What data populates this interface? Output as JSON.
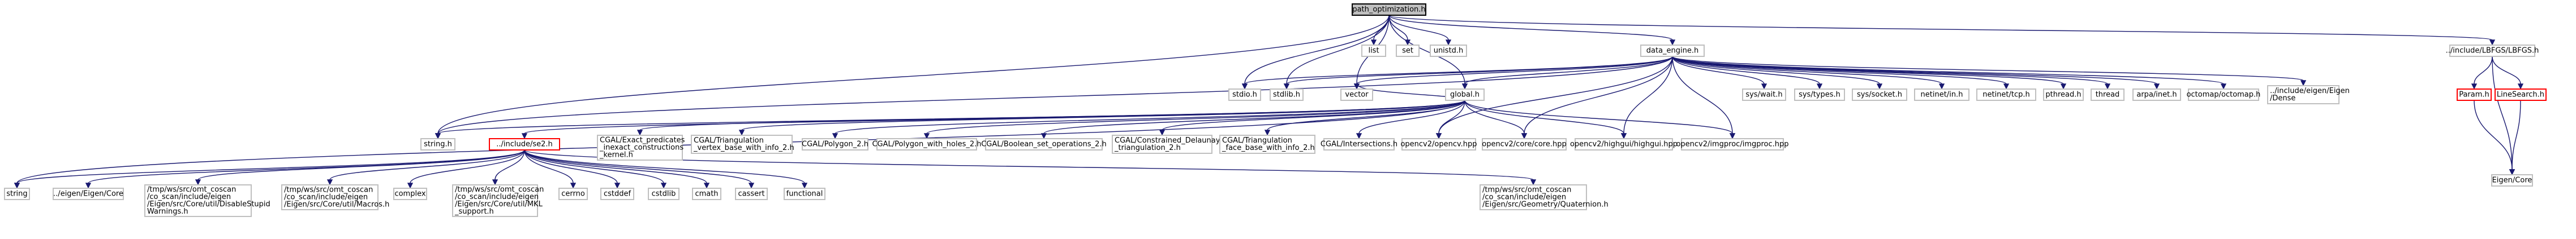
{
  "diagram": {
    "type": "include-dependency-graph",
    "colors": {
      "node_border": "#bfbfbf",
      "root_fill": "#bfbfbf",
      "root_border": "#000000",
      "link_border": "#ff0000",
      "edge": "#191970"
    },
    "nodes": [
      {
        "id": "path_opt",
        "lines": [
          "path_optimization.h"
        ],
        "style": "root"
      },
      {
        "id": "list",
        "lines": [
          "list"
        ]
      },
      {
        "id": "set",
        "lines": [
          "set"
        ]
      },
      {
        "id": "unistd",
        "lines": [
          "unistd.h"
        ]
      },
      {
        "id": "data_engine",
        "lines": [
          "data_engine.h"
        ]
      },
      {
        "id": "lbfgs",
        "lines": [
          "../include/LBFGS/LBFGS.h"
        ]
      },
      {
        "id": "stdio",
        "lines": [
          "stdio.h"
        ]
      },
      {
        "id": "stdlib",
        "lines": [
          "stdlib.h"
        ]
      },
      {
        "id": "vector",
        "lines": [
          "vector"
        ]
      },
      {
        "id": "global",
        "lines": [
          "global.h"
        ]
      },
      {
        "id": "syswait",
        "lines": [
          "sys/wait.h"
        ]
      },
      {
        "id": "systypes",
        "lines": [
          "sys/types.h"
        ]
      },
      {
        "id": "syssocket",
        "lines": [
          "sys/socket.h"
        ]
      },
      {
        "id": "netinetin",
        "lines": [
          "netinet/in.h"
        ]
      },
      {
        "id": "netinettcp",
        "lines": [
          "netinet/tcp.h"
        ]
      },
      {
        "id": "pthread",
        "lines": [
          "pthread.h"
        ]
      },
      {
        "id": "thread",
        "lines": [
          "thread"
        ]
      },
      {
        "id": "arpainet",
        "lines": [
          "arpa/inet.h"
        ]
      },
      {
        "id": "octomap",
        "lines": [
          "octomap/octomap.h"
        ]
      },
      {
        "id": "eigendense",
        "lines": [
          "../include/eigen/Eigen",
          "/Dense"
        ]
      },
      {
        "id": "param",
        "lines": [
          "Param.h"
        ],
        "style": "red"
      },
      {
        "id": "linesearch",
        "lines": [
          "LineSearch.h"
        ],
        "style": "red"
      },
      {
        "id": "stringh",
        "lines": [
          "string.h"
        ]
      },
      {
        "id": "se2",
        "lines": [
          "../include/se2.h"
        ],
        "style": "red"
      },
      {
        "id": "cgal_exact",
        "lines": [
          "CGAL/Exact_predicates",
          "_inexact_constructions",
          "_kernel.h"
        ]
      },
      {
        "id": "cgal_tri_vb",
        "lines": [
          "CGAL/Triangulation",
          "_vertex_base_with_info_2.h"
        ]
      },
      {
        "id": "cgal_poly",
        "lines": [
          "CGAL/Polygon_2.h"
        ]
      },
      {
        "id": "cgal_pwh",
        "lines": [
          "CGAL/Polygon_with_holes_2.h"
        ]
      },
      {
        "id": "cgal_bool",
        "lines": [
          "CGAL/Boolean_set_operations_2.h"
        ]
      },
      {
        "id": "cgal_cdt",
        "lines": [
          "CGAL/Constrained_Delaunay",
          "_triangulation_2.h"
        ]
      },
      {
        "id": "cgal_tri_fb",
        "lines": [
          "CGAL/Triangulation",
          "_face_base_with_info_2.h"
        ]
      },
      {
        "id": "cgal_inter",
        "lines": [
          "CGAL/Intersections.h"
        ]
      },
      {
        "id": "opencv",
        "lines": [
          "opencv2/opencv.hpp"
        ]
      },
      {
        "id": "cvcore",
        "lines": [
          "opencv2/core/core.hpp"
        ]
      },
      {
        "id": "cvhighgui",
        "lines": [
          "opencv2/highgui/highgui.hpp"
        ]
      },
      {
        "id": "cvimgproc",
        "lines": [
          "opencv2/imgproc/imgproc.hpp"
        ]
      },
      {
        "id": "eigencore",
        "lines": [
          "Eigen/Core"
        ]
      },
      {
        "id": "string",
        "lines": [
          "string"
        ]
      },
      {
        "id": "eigen_core2",
        "lines": [
          "../eigen/Eigen/Core"
        ]
      },
      {
        "id": "disablewarn",
        "lines": [
          "/tmp/ws/src/omt_coscan",
          "/co_scan/include/eigen",
          "/Eigen/src/Core/util/DisableStupid",
          "Warnings.h"
        ]
      },
      {
        "id": "macros",
        "lines": [
          "/tmp/ws/src/omt_coscan",
          "/co_scan/include/eigen",
          "/Eigen/src/Core/util/Macros.h"
        ]
      },
      {
        "id": "complex",
        "lines": [
          "complex"
        ]
      },
      {
        "id": "mkl",
        "lines": [
          "/tmp/ws/src/omt_coscan",
          "/co_scan/include/eigen",
          "/Eigen/src/Core/util/MKL",
          "_support.h"
        ]
      },
      {
        "id": "cerrno",
        "lines": [
          "cerrno"
        ]
      },
      {
        "id": "cstddef",
        "lines": [
          "cstddef"
        ]
      },
      {
        "id": "cstdlib",
        "lines": [
          "cstdlib"
        ]
      },
      {
        "id": "cmath",
        "lines": [
          "cmath"
        ]
      },
      {
        "id": "cassert",
        "lines": [
          "cassert"
        ]
      },
      {
        "id": "functional",
        "lines": [
          "functional"
        ]
      },
      {
        "id": "quaternion",
        "lines": [
          "/tmp/ws/src/omt_coscan",
          "/co_scan/include/eigen",
          "/Eigen/src/Geometry/Quaternion.h"
        ]
      }
    ],
    "edges": [
      [
        "path_opt",
        "list"
      ],
      [
        "path_opt",
        "set"
      ],
      [
        "path_opt",
        "unistd"
      ],
      [
        "path_opt",
        "data_engine"
      ],
      [
        "path_opt",
        "lbfgs"
      ],
      [
        "path_opt",
        "stdio"
      ],
      [
        "path_opt",
        "stdlib"
      ],
      [
        "path_opt",
        "vector"
      ],
      [
        "path_opt",
        "global"
      ],
      [
        "path_opt",
        "stringh"
      ],
      [
        "data_engine",
        "stdio"
      ],
      [
        "data_engine",
        "stdlib"
      ],
      [
        "data_engine",
        "vector"
      ],
      [
        "data_engine",
        "global"
      ],
      [
        "data_engine",
        "stringh"
      ],
      [
        "data_engine",
        "syswait"
      ],
      [
        "data_engine",
        "systypes"
      ],
      [
        "data_engine",
        "syssocket"
      ],
      [
        "data_engine",
        "netinetin"
      ],
      [
        "data_engine",
        "netinettcp"
      ],
      [
        "data_engine",
        "pthread"
      ],
      [
        "data_engine",
        "thread"
      ],
      [
        "data_engine",
        "arpainet"
      ],
      [
        "data_engine",
        "octomap"
      ],
      [
        "data_engine",
        "eigendense"
      ],
      [
        "data_engine",
        "opencv"
      ],
      [
        "data_engine",
        "cvcore"
      ],
      [
        "data_engine",
        "cvhighgui"
      ],
      [
        "data_engine",
        "cvimgproc"
      ],
      [
        "lbfgs",
        "param"
      ],
      [
        "lbfgs",
        "linesearch"
      ],
      [
        "lbfgs",
        "eigencore"
      ],
      [
        "param",
        "eigencore"
      ],
      [
        "linesearch",
        "eigencore"
      ],
      [
        "global",
        "stringh"
      ],
      [
        "global",
        "vector"
      ],
      [
        "global",
        "se2"
      ],
      [
        "global",
        "cgal_exact"
      ],
      [
        "global",
        "cgal_tri_vb"
      ],
      [
        "global",
        "cgal_poly"
      ],
      [
        "global",
        "cgal_pwh"
      ],
      [
        "global",
        "cgal_bool"
      ],
      [
        "global",
        "cgal_cdt"
      ],
      [
        "global",
        "cgal_tri_fb"
      ],
      [
        "global",
        "cgal_inter"
      ],
      [
        "global",
        "opencv"
      ],
      [
        "global",
        "cvcore"
      ],
      [
        "global",
        "cvhighgui"
      ],
      [
        "global",
        "cvimgproc"
      ],
      [
        "global",
        "string"
      ],
      [
        "se2",
        "string"
      ],
      [
        "se2",
        "eigen_core2"
      ],
      [
        "se2",
        "disablewarn"
      ],
      [
        "se2",
        "macros"
      ],
      [
        "se2",
        "complex"
      ],
      [
        "se2",
        "mkl"
      ],
      [
        "se2",
        "cerrno"
      ],
      [
        "se2",
        "cstddef"
      ],
      [
        "se2",
        "cstdlib"
      ],
      [
        "se2",
        "cmath"
      ],
      [
        "se2",
        "cassert"
      ],
      [
        "se2",
        "functional"
      ],
      [
        "se2",
        "quaternion"
      ]
    ]
  }
}
